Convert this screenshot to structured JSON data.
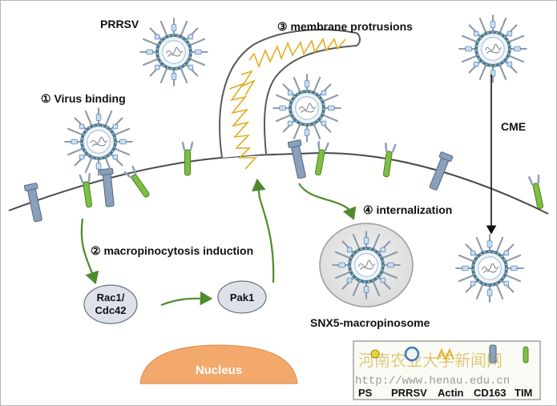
{
  "labels": {
    "prrsv": "PRRSV",
    "step1": "① Virus binding",
    "step2": "② macropinocytosis induction",
    "step3": "③ membrane protrusions",
    "step4": "④ internalization",
    "cme": "CME",
    "snx5": "SNX5-macropinosome",
    "nucleus": "Nucleus"
  },
  "nodes": {
    "rac1_line1": "Rac1/",
    "rac1_line2": "Cdc42",
    "pak1": "Pak1"
  },
  "legend": {
    "items": [
      "PS",
      "PRRSV",
      "Actin",
      "CD163",
      "TIM"
    ]
  },
  "watermark": {
    "cn": "河南农业大学新闻网",
    "url": "http://www.henau.edu.cn"
  },
  "colors": {
    "membrane": "#4a4a4a",
    "arrow": "#4f8a2b",
    "actin": "#e3ac1e",
    "nucleus": "#f4a96c",
    "node_fill": "#dde1e8",
    "tim": "#7cc043",
    "cd163": "#8aa0bb"
  }
}
